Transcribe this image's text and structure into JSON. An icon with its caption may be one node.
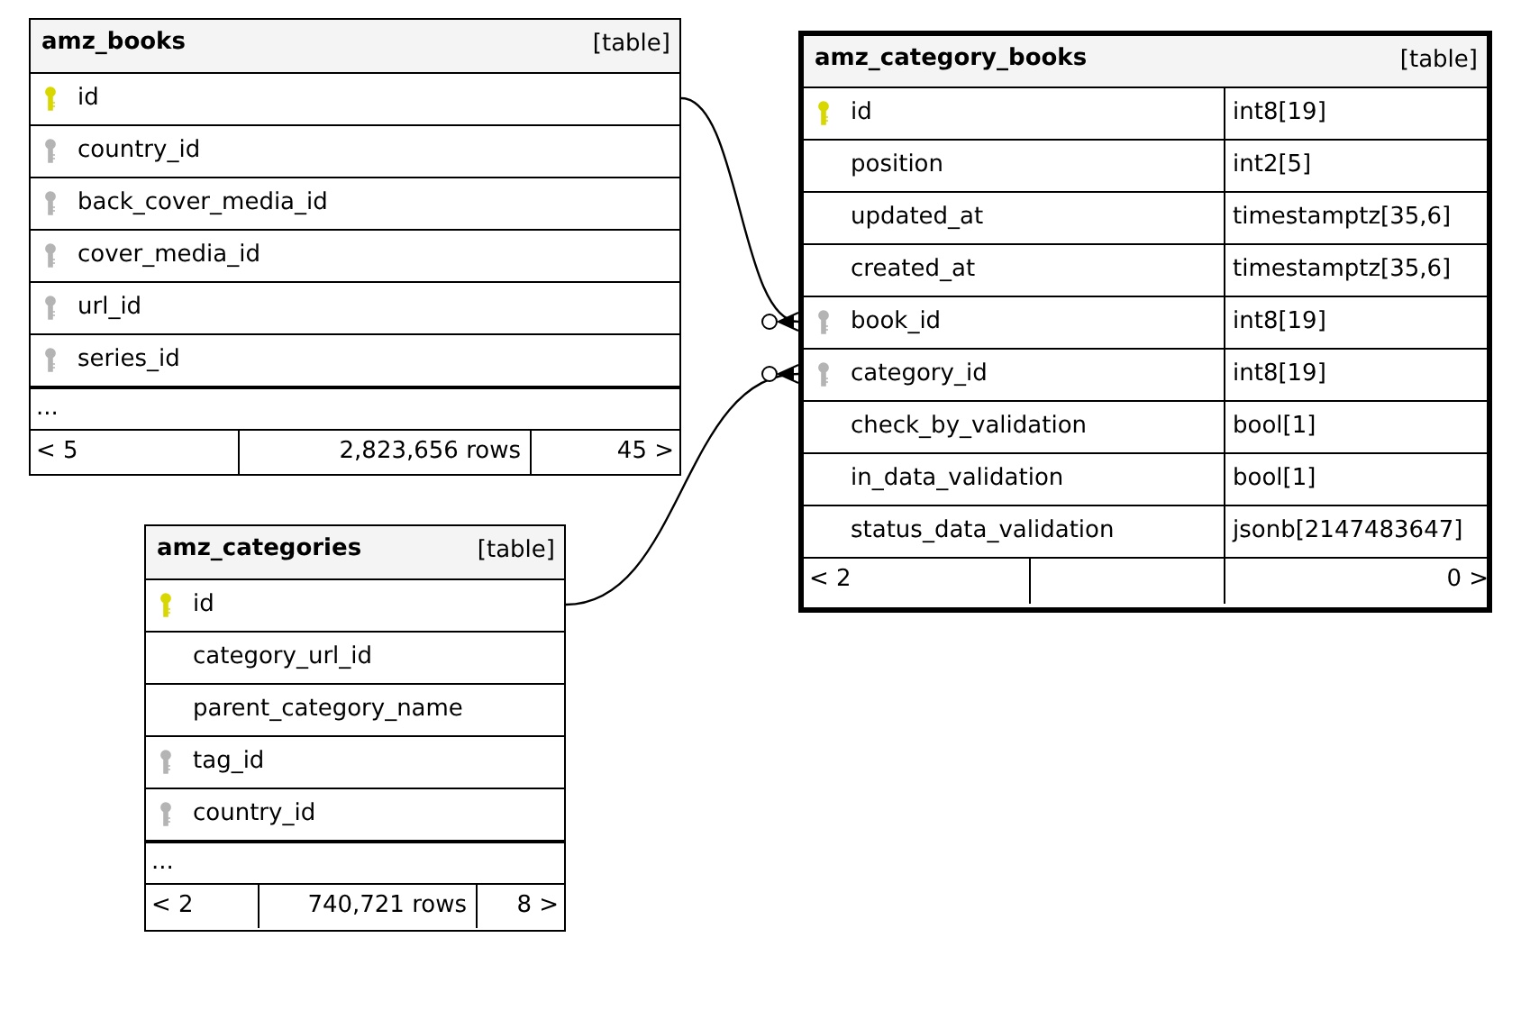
{
  "diagram": {
    "nodes": [
      {
        "text": [
          "amz_books",
          "[table]"
        ]
      },
      {
        "text": [
          "id"
        ],
        "in": 0
      },
      {
        "text": [
          "country_id"
        ],
        "in": 0
      },
      {
        "text": [
          "back_cover_media_id"
        ],
        "in": 0
      },
      {
        "text": [
          "cover_media_id"
        ],
        "in": 0
      },
      {
        "text": [
          "url_id"
        ],
        "in": 0
      },
      {
        "text": [
          "series_id"
        ],
        "in": 0
      },
      {
        "text": [
          "..."
        ],
        "in": 0
      },
      {
        "text": [
          "< 5",
          "2,823,656 rows",
          "45 >"
        ],
        "in": 0
      },
      {
        "text": [
          "amz_category_books",
          "[table]"
        ]
      },
      {
        "text": [
          "id",
          "int8[19]"
        ],
        "in": 9
      },
      {
        "text": [
          "position",
          "int2[5]"
        ],
        "in": 9
      },
      {
        "text": [
          "updated_at",
          "timestamptz[35,6]"
        ],
        "in": 9
      },
      {
        "text": [
          "created_at",
          "timestamptz[35,6]"
        ],
        "in": 9
      },
      {
        "text": [
          "book_id",
          "int8[19]"
        ],
        "in": 9
      },
      {
        "text": [
          "category_id",
          "int8[19]"
        ],
        "in": 9
      },
      {
        "text": [
          "check_by_validation",
          "bool[1]"
        ],
        "in": 9
      },
      {
        "text": [
          "in_data_validation",
          "bool[1]"
        ],
        "in": 9
      },
      {
        "text": [
          "status_data_validation",
          "jsonb[2147483647]"
        ],
        "in": 9
      },
      {
        "text": [
          "< 2",
          "0 >"
        ],
        "in": 9
      },
      {
        "text": [
          "amz_categories",
          "[table]"
        ]
      },
      {
        "text": [
          "id"
        ],
        "in": 20
      },
      {
        "text": [
          "category_url_id"
        ],
        "in": 20
      },
      {
        "text": [
          "parent_category_name"
        ],
        "in": 20
      },
      {
        "text": [
          "tag_id"
        ],
        "in": 20
      },
      {
        "text": [
          "country_id"
        ],
        "in": 20
      },
      {
        "text": [
          "..."
        ],
        "in": 20
      },
      {
        "text": [
          "< 2",
          "740,721 rows",
          "8 >"
        ],
        "in": 20
      }
    ],
    "edges": [
      {
        "from": 1,
        "to": 14,
        "arrow": "other"
      },
      {
        "from": 21,
        "to": 15,
        "arrow": "other"
      }
    ]
  }
}
